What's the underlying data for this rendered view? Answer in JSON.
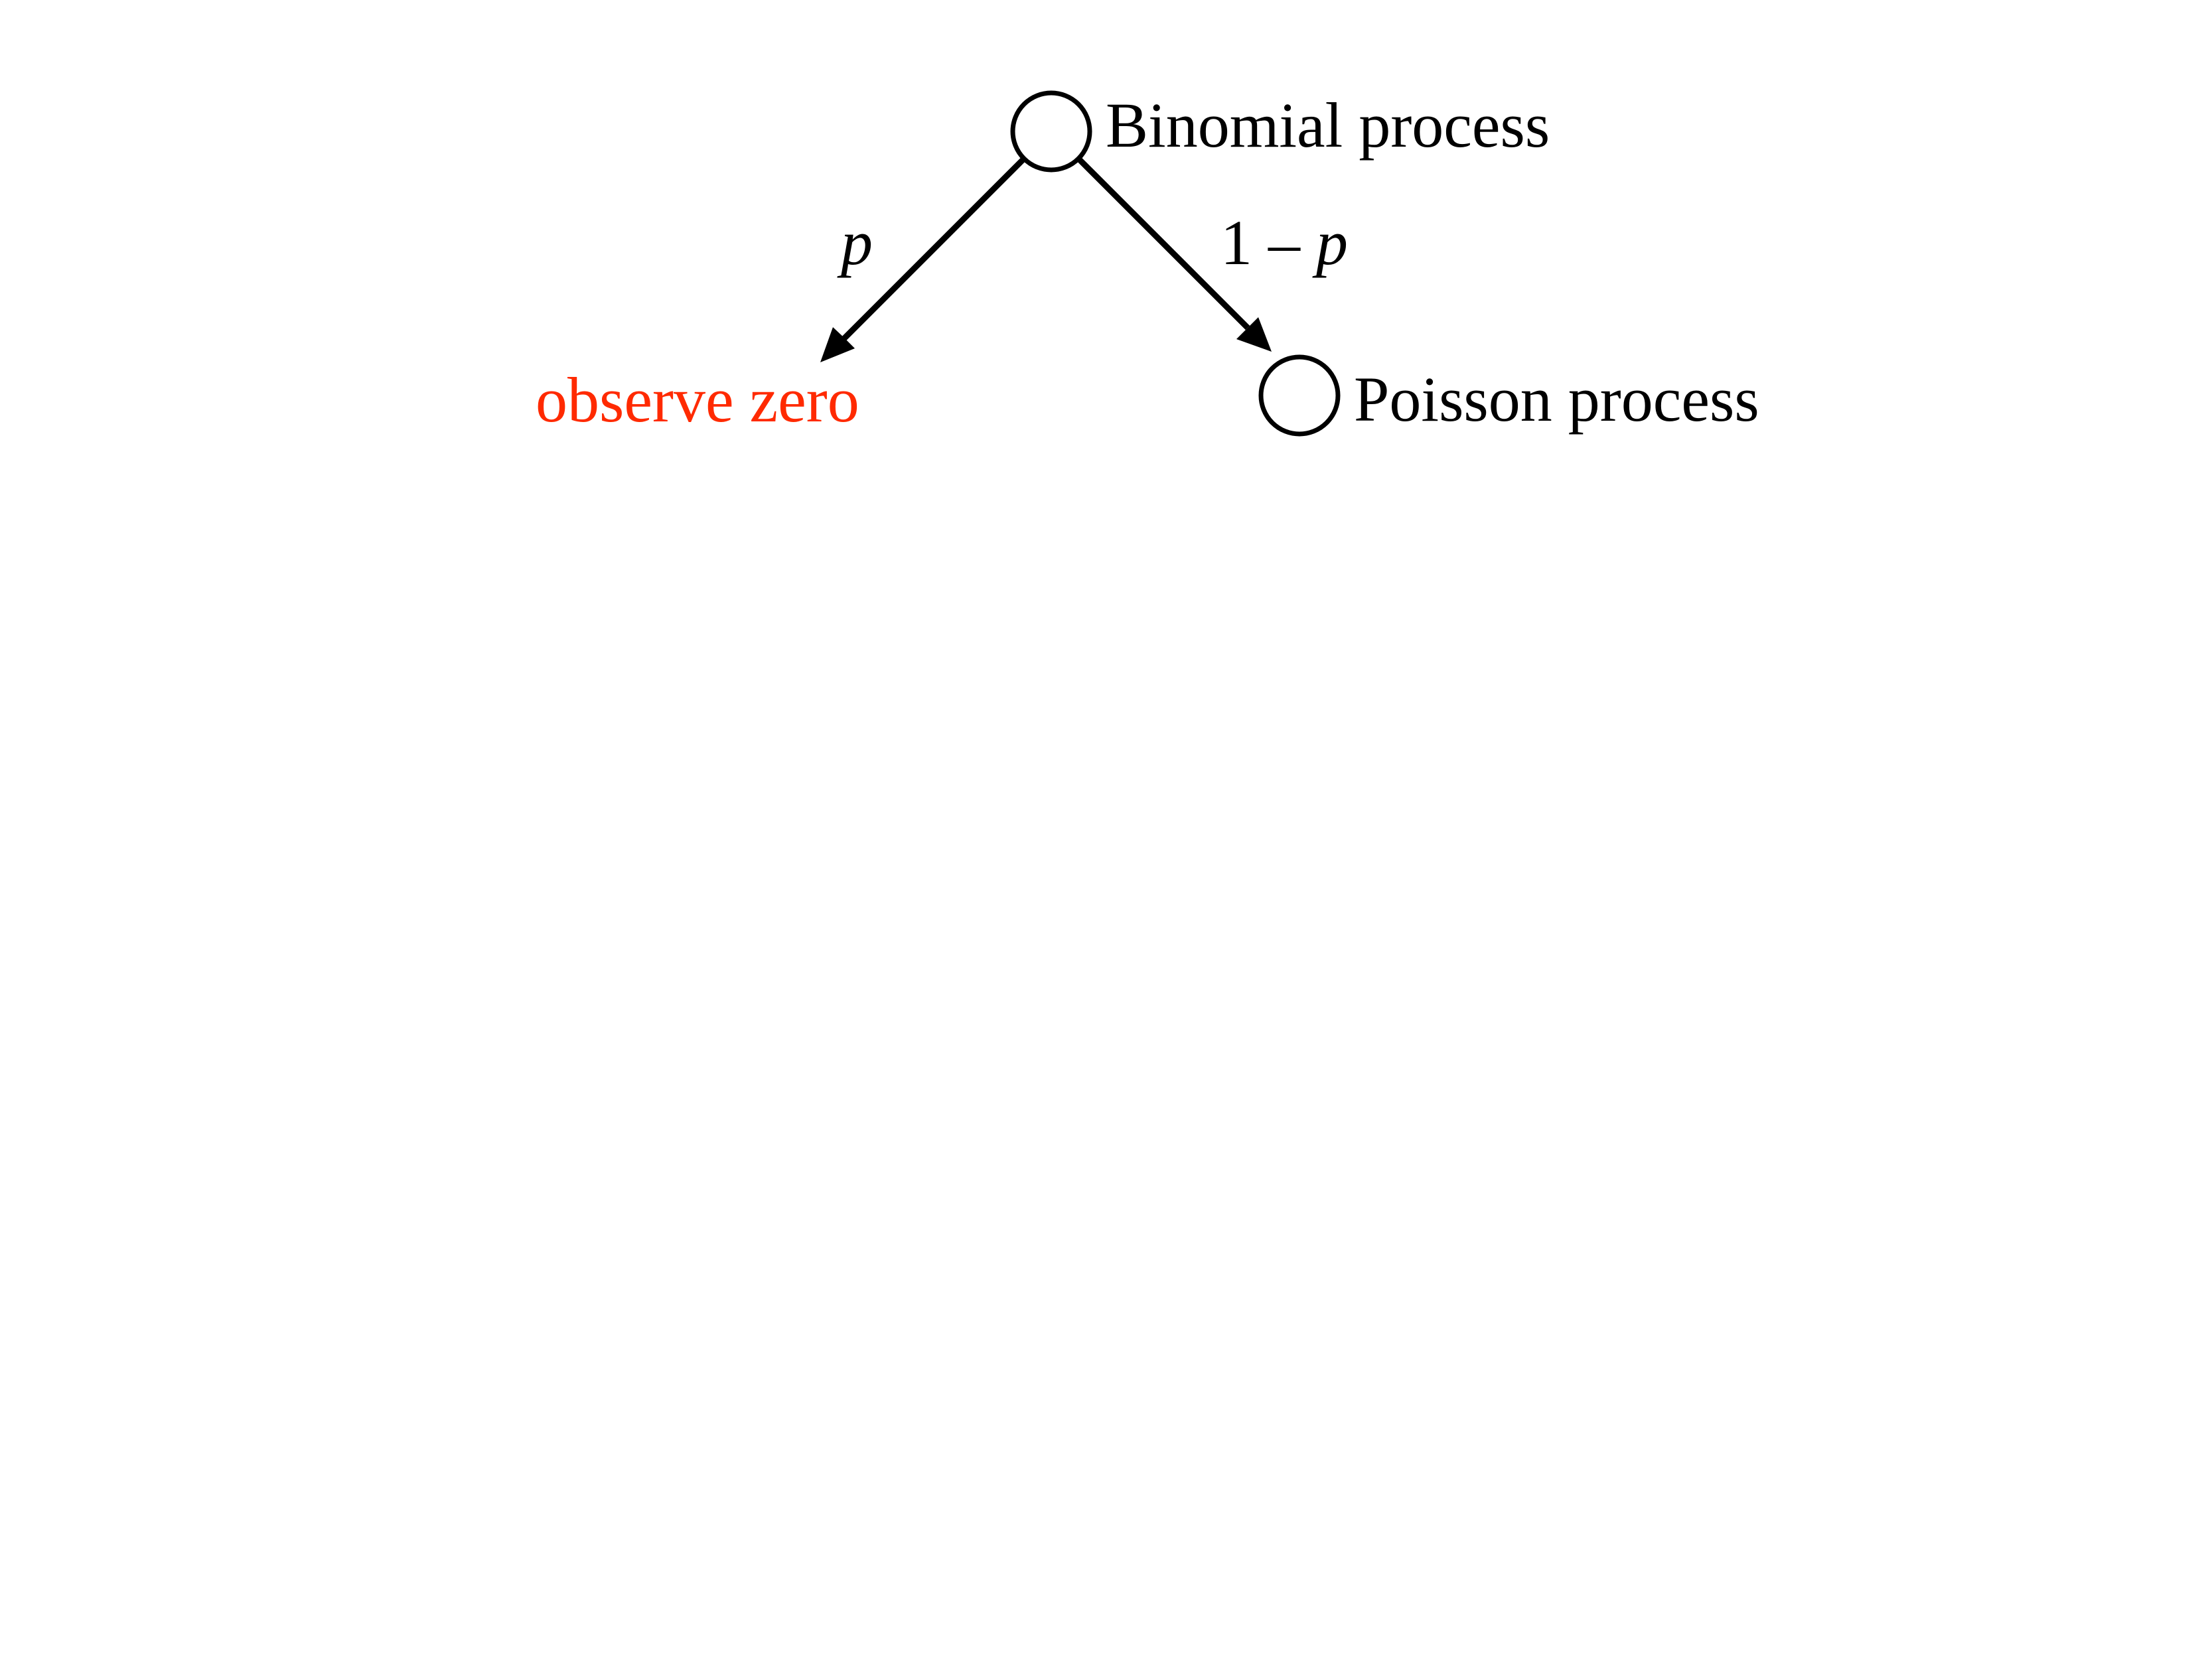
{
  "nodes": {
    "root_label": "Binomial process",
    "right_label": "Poisson process",
    "left_outcome": "observe zero"
  },
  "edges": {
    "left_prob": "p",
    "right_prob_prefix": "1 – ",
    "right_prob_var": "p"
  },
  "colors": {
    "outcome_text": "#ff2a00",
    "ink": "#000000",
    "background": "#ffffff"
  }
}
